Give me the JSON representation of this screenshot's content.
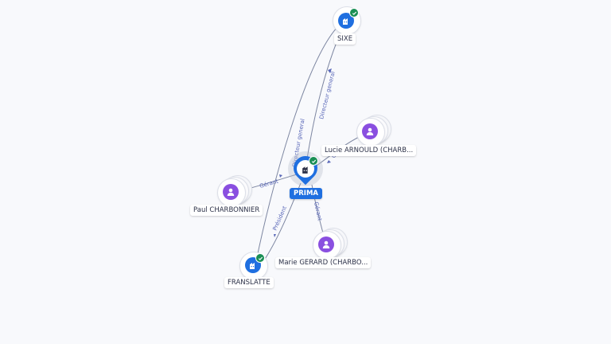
{
  "center": {
    "label": "PRIMA",
    "icon": "company-icon",
    "verified": true
  },
  "nodes": {
    "sixe": {
      "label": "SIXE",
      "icon": "company-icon",
      "verified": true
    },
    "lucie": {
      "label": "Lucie ARNOULD (CHARB...",
      "icon": "person-icon"
    },
    "paul": {
      "label": "Paul CHARBONNIER",
      "icon": "person-icon"
    },
    "marie": {
      "label": "Marie GERARD (CHARBO...",
      "icon": "person-icon"
    },
    "franslatte": {
      "label": "FRANSLATTE",
      "icon": "company-icon",
      "verified": true
    }
  },
  "edges": {
    "sixe_prima": "Directeur general",
    "franslatte_sixe": "Directeur general",
    "lucie_prima": "Gé",
    "paul_prima": "Gérant",
    "prima_franslatte": "Président",
    "prima_marie": "Gérant"
  },
  "colors": {
    "company": "#1f6fe0",
    "person": "#8a4fe0",
    "verified": "#1a8f55",
    "edge": "#7d86a1",
    "edge_label": "#5967b8"
  }
}
